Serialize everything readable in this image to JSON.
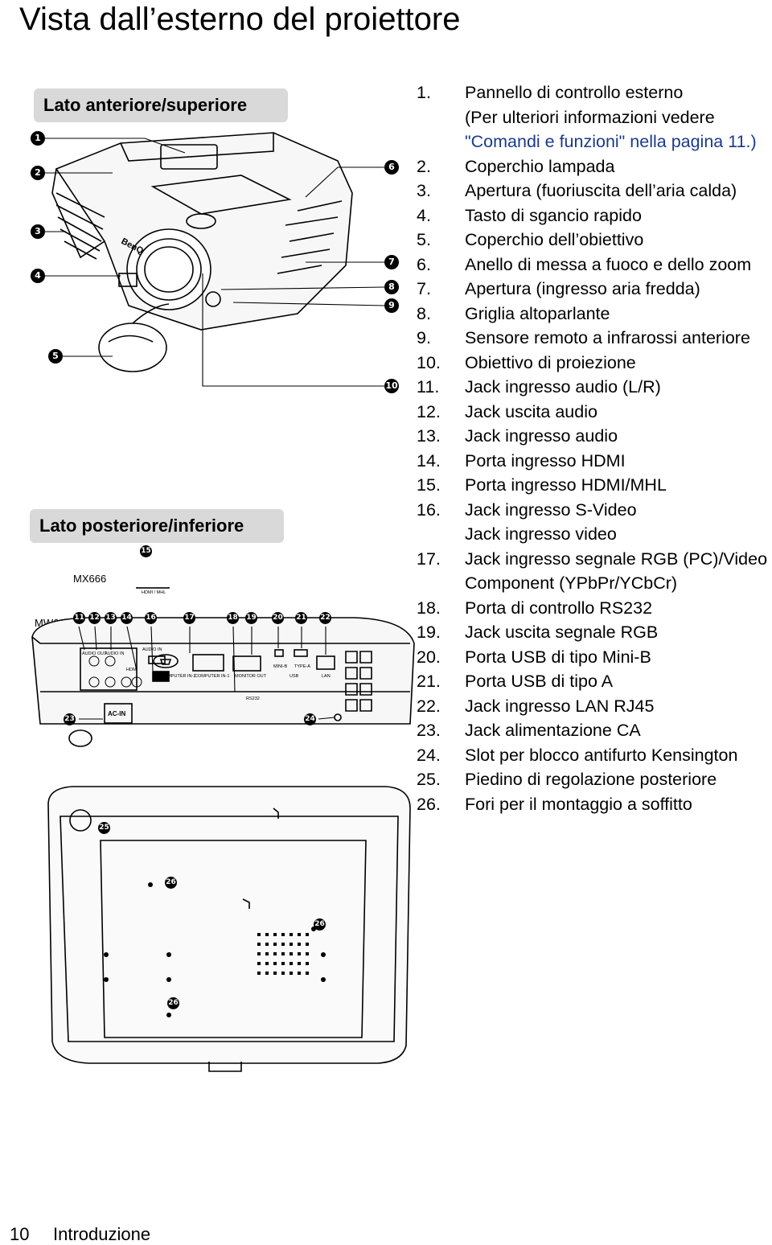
{
  "page_title": "Vista dall’esterno del proiettore",
  "sections": {
    "front_top": "Lato anteriore/superiore",
    "rear_bottom": "Lato posteriore/inferiore"
  },
  "models": {
    "mx": "MX666",
    "mw": "MW665"
  },
  "front_callouts": [
    "1",
    "2",
    "3",
    "4",
    "5",
    "6",
    "7",
    "8",
    "9",
    "10"
  ],
  "rear_callouts": [
    "15",
    "11",
    "12",
    "13",
    "14",
    "16",
    "17",
    "18",
    "19",
    "20",
    "21",
    "22",
    "23",
    "24"
  ],
  "bottom_callouts": [
    "25",
    "26",
    "26",
    "26"
  ],
  "panel_labels": {
    "audio_out": "AUDIO OUT",
    "audio_in": "AUDIO IN",
    "hdmi": "HDMI",
    "hdmi_mhl": "HDMI / MHL",
    "computer_in2": "COMPUTER IN-2",
    "computer_in1": "COMPUTER IN-1",
    "monitor_out": "MONITOR OUT",
    "rs232": "RS232",
    "mini_b": "MINI-B",
    "type_a": "TYPE-A",
    "usb": "USB",
    "lan": "LAN",
    "ac_in": "AC-IN",
    "brand": "BenQ"
  },
  "items": [
    {
      "num": "1.",
      "lines": [
        "Pannello di controllo esterno",
        "(Per ulteriori informazioni vedere"
      ],
      "link": "\"Comandi e funzioni\" nella pagina 11.)"
    },
    {
      "num": "2.",
      "lines": [
        "Coperchio lampada"
      ]
    },
    {
      "num": "3.",
      "lines": [
        "Apertura (fuoriuscita dell’aria calda)"
      ]
    },
    {
      "num": "4.",
      "lines": [
        "Tasto di sgancio rapido"
      ]
    },
    {
      "num": "5.",
      "lines": [
        "Coperchio dell’obiettivo"
      ]
    },
    {
      "num": "6.",
      "lines": [
        "Anello di messa a fuoco e dello zoom"
      ]
    },
    {
      "num": "7.",
      "lines": [
        "Apertura (ingresso aria fredda)"
      ]
    },
    {
      "num": "8.",
      "lines": [
        "Griglia altoparlante"
      ]
    },
    {
      "num": "9.",
      "lines": [
        "Sensore remoto a infrarossi anteriore"
      ]
    },
    {
      "num": "10.",
      "lines": [
        "Obiettivo di proiezione"
      ]
    },
    {
      "num": "11.",
      "lines": [
        "Jack ingresso audio (L/R)"
      ]
    },
    {
      "num": "12.",
      "lines": [
        "Jack uscita audio"
      ]
    },
    {
      "num": "13.",
      "lines": [
        "Jack ingresso audio"
      ]
    },
    {
      "num": "14.",
      "lines": [
        "Porta ingresso HDMI"
      ]
    },
    {
      "num": "15.",
      "lines": [
        "Porta ingresso HDMI/MHL"
      ]
    },
    {
      "num": "16.",
      "lines": [
        "Jack ingresso S-Video",
        "Jack ingresso video"
      ]
    },
    {
      "num": "17.",
      "lines": [
        "Jack ingresso segnale RGB (PC)/Video",
        "Component (YPbPr/YCbCr)"
      ]
    },
    {
      "num": "18.",
      "lines": [
        "Porta di controllo RS232"
      ]
    },
    {
      "num": "19.",
      "lines": [
        "Jack uscita segnale RGB"
      ]
    },
    {
      "num": "20.",
      "lines": [
        "Porta USB di tipo Mini-B"
      ]
    },
    {
      "num": "21.",
      "lines": [
        "Porta USB di tipo A"
      ]
    },
    {
      "num": "22.",
      "lines": [
        "Jack ingresso LAN RJ45"
      ]
    },
    {
      "num": "23.",
      "lines": [
        "Jack alimentazione CA"
      ]
    },
    {
      "num": "24.",
      "lines": [
        "Slot per blocco antifurto Kensington"
      ]
    },
    {
      "num": "25.",
      "lines": [
        "Piedino di regolazione posteriore"
      ]
    },
    {
      "num": "26.",
      "lines": [
        "Fori per il montaggio a soffitto"
      ]
    }
  ],
  "footer": {
    "page_number": "10",
    "section": "Introduzione"
  }
}
